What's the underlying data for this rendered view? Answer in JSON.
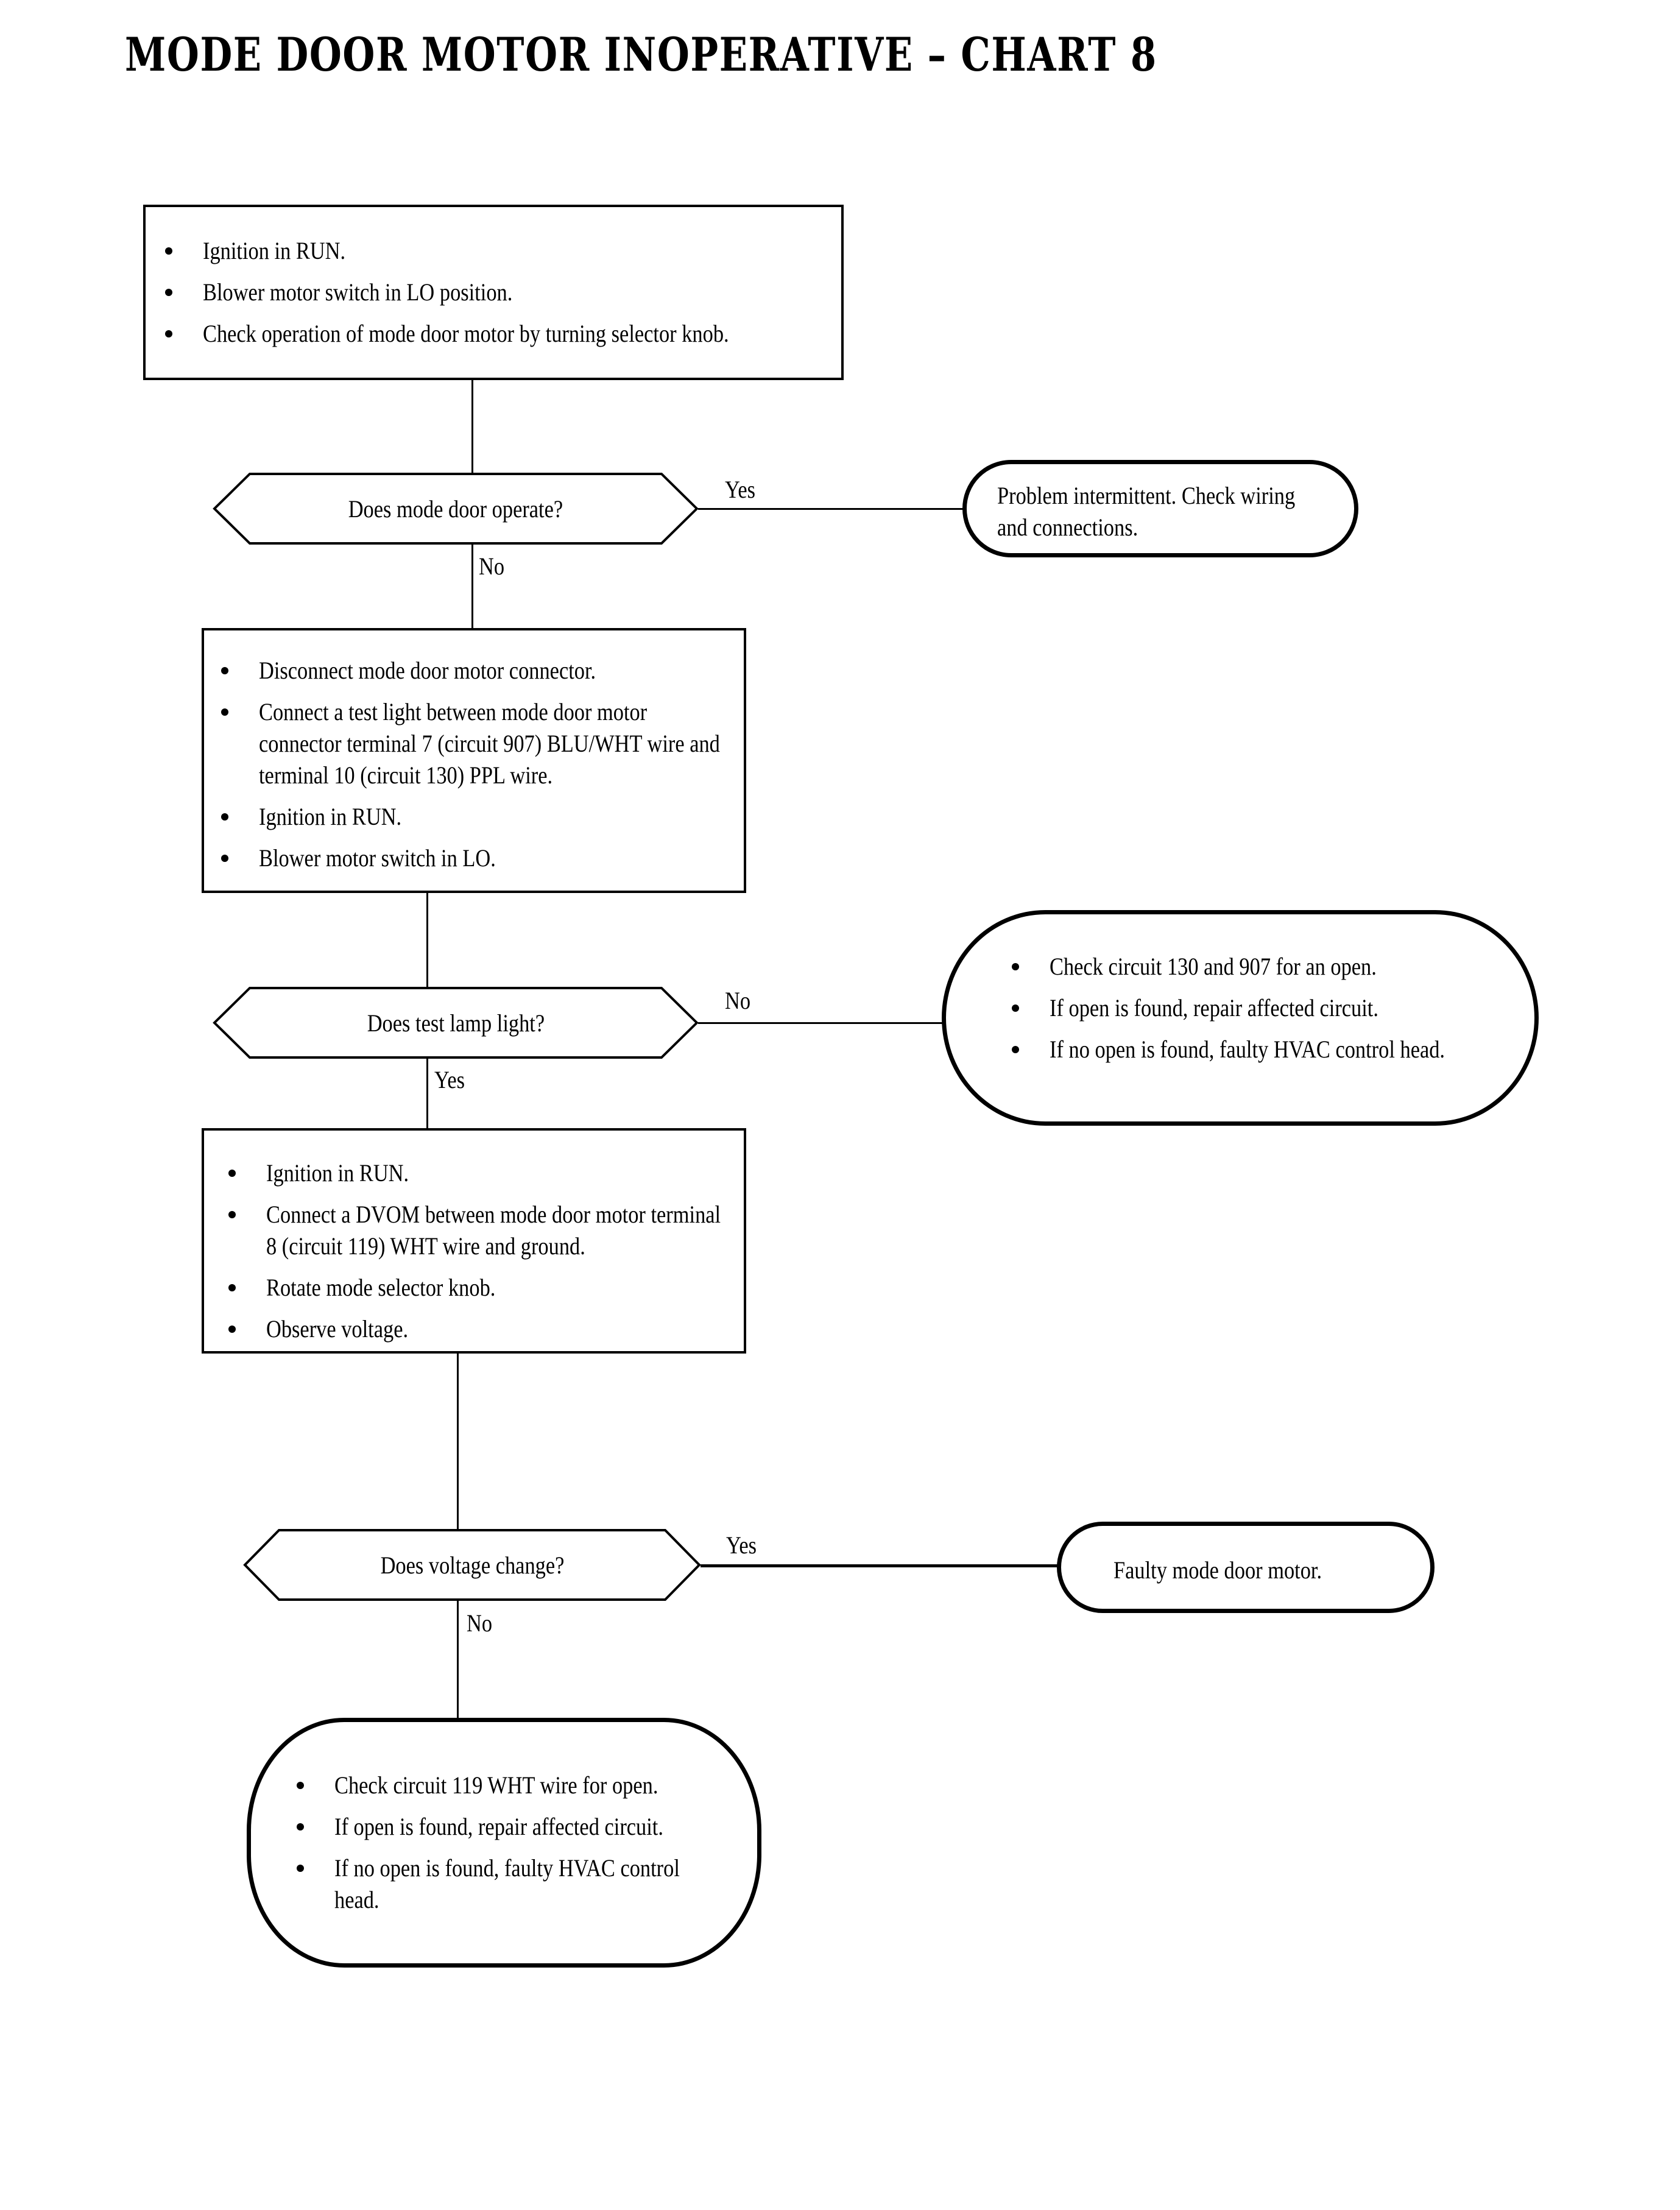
{
  "title": "MODE DOOR MOTOR INOPERATIVE – CHART 8",
  "chart_data": {
    "type": "flowchart",
    "title": "MODE DOOR MOTOR INOPERATIVE – CHART 8",
    "nodes": [
      {
        "id": "step1",
        "shape": "process",
        "bullets": [
          "Ignition in RUN.",
          "Blower motor switch in LO position.",
          "Check operation of mode door motor by turning selector knob."
        ]
      },
      {
        "id": "decision1",
        "shape": "decision",
        "text": "Does mode door operate?"
      },
      {
        "id": "terminal1",
        "shape": "terminal",
        "text": "Problem intermittent. Check wiring and connections."
      },
      {
        "id": "step2",
        "shape": "process",
        "bullets": [
          "Disconnect mode door motor connector.",
          "Connect a test light between mode door motor connector terminal 7 (circuit 907) BLU/WHT wire and terminal 10 (circuit 130) PPL wire.",
          "Ignition in RUN.",
          "Blower motor switch in LO."
        ]
      },
      {
        "id": "decision2",
        "shape": "decision",
        "text": "Does test lamp light?"
      },
      {
        "id": "terminal2",
        "shape": "terminal",
        "bullets": [
          "Check circuit 130 and 907 for an open.",
          "If open is found, repair affected circuit.",
          "If no open is found, faulty HVAC control head."
        ]
      },
      {
        "id": "step3",
        "shape": "process",
        "bullets": [
          "Ignition in RUN.",
          "Connect a DVOM between mode door motor terminal 8 (circuit 119) WHT wire and ground.",
          "Rotate mode selector knob.",
          "Observe voltage."
        ]
      },
      {
        "id": "decision3",
        "shape": "decision",
        "text": "Does voltage change?"
      },
      {
        "id": "terminal3",
        "shape": "terminal",
        "text": "Faulty mode door motor."
      },
      {
        "id": "terminal4",
        "shape": "terminal",
        "bullets": [
          "Check circuit 119 WHT wire for open.",
          "If open is found, repair affected circuit.",
          "If no open is found, faulty HVAC control head."
        ]
      }
    ],
    "edges": [
      {
        "from": "step1",
        "to": "decision1",
        "label": ""
      },
      {
        "from": "decision1",
        "to": "terminal1",
        "label": "Yes"
      },
      {
        "from": "decision1",
        "to": "step2",
        "label": "No"
      },
      {
        "from": "step2",
        "to": "decision2",
        "label": ""
      },
      {
        "from": "decision2",
        "to": "terminal2",
        "label": "No"
      },
      {
        "from": "decision2",
        "to": "step3",
        "label": "Yes"
      },
      {
        "from": "step3",
        "to": "decision3",
        "label": ""
      },
      {
        "from": "decision3",
        "to": "terminal3",
        "label": "Yes"
      },
      {
        "from": "decision3",
        "to": "terminal4",
        "label": "No"
      }
    ],
    "colors": {
      "stroke": "#000000",
      "fill": "#ffffff",
      "text": "#000000"
    }
  },
  "step1": {
    "b0": "Ignition in RUN.",
    "b1": "Blower motor switch in LO position.",
    "b2": "Check operation of mode door motor by turning selector knob."
  },
  "decision1": {
    "text": "Does mode door operate?"
  },
  "terminal1": {
    "text": "Problem intermittent. Check wiring and connections."
  },
  "step2": {
    "b0": "Disconnect mode door motor connector.",
    "b1": "Connect a test light between mode door motor connector terminal 7 (circuit 907) BLU/WHT wire and terminal 10 (circuit 130) PPL wire.",
    "b2": "Ignition in RUN.",
    "b3": "Blower motor switch in LO."
  },
  "decision2": {
    "text": "Does test lamp light?"
  },
  "terminal2": {
    "b0": "Check circuit 130 and 907 for an open.",
    "b1": "If open is found, repair affected circuit.",
    "b2": "If no open is found, faulty HVAC control head."
  },
  "step3": {
    "b0": "Ignition in RUN.",
    "b1": "Connect a DVOM between mode door motor terminal 8 (circuit 119) WHT wire and ground.",
    "b2": "Rotate mode selector knob.",
    "b3": "Observe voltage."
  },
  "decision3": {
    "text": "Does voltage change?"
  },
  "terminal3": {
    "text": "Faulty mode door motor."
  },
  "terminal4": {
    "b0": "Check circuit 119 WHT wire for open.",
    "b1": "If open is found, repair affected circuit.",
    "b2": "If no open is found, faulty HVAC control head."
  },
  "labels": {
    "yes1": "Yes",
    "no1": "No",
    "no2": "No",
    "yes2": "Yes",
    "yes3": "Yes",
    "no3": "No"
  }
}
